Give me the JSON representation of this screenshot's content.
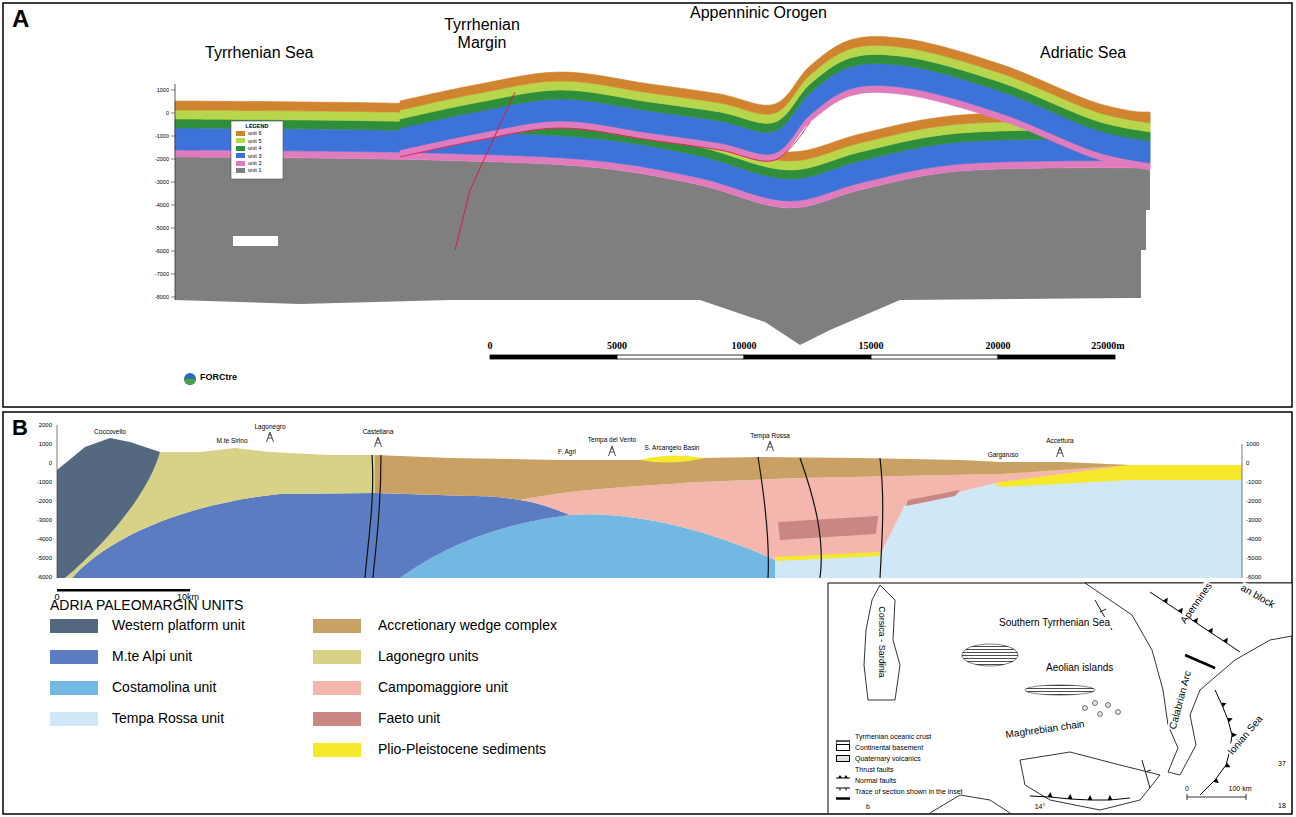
{
  "diagram": {
    "labels": [
      "A",
      "Tyrrhenian Sea",
      "Tyrrhenian Margin",
      "Appenninic Orogen",
      "Adriatic Sea",
      "LEGEND",
      "1000",
      "0",
      "-1000",
      "-2000",
      "-3000",
      "-4000",
      "-5000",
      "-6000",
      "-7000",
      "-8000",
      "FORCtre",
      "0",
      "5000",
      "10000",
      "15000",
      "20000",
      "25000m",
      "B",
      "Coccovello",
      "M.te Sirino",
      "Lagonegro",
      "Castellana",
      "F. Agri",
      "Tempa del Vento",
      "S. Arcangelo Basin",
      "Tempa Rossa",
      "Gargaruso",
      "Accettura",
      "2000",
      "1000",
      "0",
      "-1000",
      "-2000",
      "-3000",
      "-4000",
      "-5000",
      "-6000",
      "1000",
      "0",
      "-1000",
      "-2000",
      "-3000",
      "-4000",
      "-5000",
      "-6000",
      "0",
      "10km",
      "ADRIA PALEOMARGIN UNITS",
      "Corsica - Sardinia",
      "Southern Tyrrhenian Sea",
      "Apennines",
      "an block",
      "Aeolian islands",
      "Calabrian Arc",
      "Maghrebian chain",
      "Ionian Sea",
      "0",
      "100 km",
      "37",
      "18",
      "14°",
      "b"
    ],
    "legend": [
      {
        "text": "unit 6",
        "color": "#d1842f"
      },
      {
        "text": "unit 5",
        "color": "#b8d64b"
      },
      {
        "text": "unit 4",
        "color": "#2f8e3b"
      },
      {
        "text": "unit 3",
        "color": "#3d72d9"
      },
      {
        "text": "unit 2",
        "color": "#e07bbd"
      },
      {
        "text": "unit 1",
        "color": "#7f7f7f"
      },
      {
        "text": "Western platform unit",
        "color": "#54687f"
      },
      {
        "text": "M.te Alpi unit",
        "color": "#5b7cc0"
      },
      {
        "text": "Costamolina unit",
        "color": "#72b8e3"
      },
      {
        "text": "Tempa Rossa unit",
        "color": "#cfe7f6"
      },
      {
        "text": "Accretionary wedge complex",
        "color": "#c9a165"
      },
      {
        "text": "Lagonegro units",
        "color": "#d8d289"
      },
      {
        "text": "Campomaggiore unit",
        "color": "#f3b7ae"
      },
      {
        "text": "Faeto unit",
        "color": "#c98683"
      },
      {
        "text": "Plio-Pleistocene sediments",
        "color": "#f6e82a"
      },
      {
        "text": "Tyrrhenian oceanic crust"
      },
      {
        "text": "Continental basement",
        "color": "#ffffff"
      },
      {
        "text": "Quaternary volcanics",
        "color": "#e2e2e2"
      },
      {
        "text": "Thrust faults"
      },
      {
        "text": "Normal faults"
      },
      {
        "text": "Trace of section shown in the inset"
      }
    ]
  }
}
